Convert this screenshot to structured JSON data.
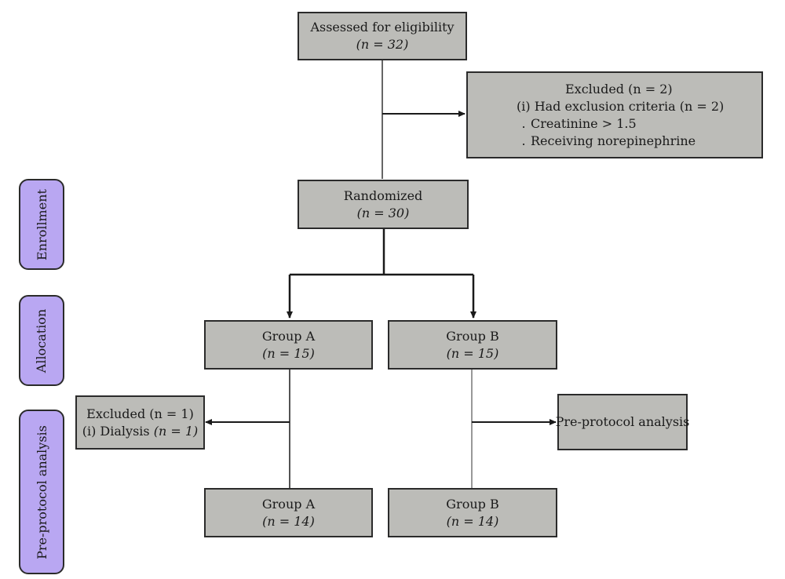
{
  "stages": {
    "enrollment": "Enrollment",
    "allocation": "Allocation",
    "analysis": "Pre-protocol analysis"
  },
  "assessed": {
    "label": "Assessed for eligibility",
    "n": "(n = 32)"
  },
  "excluded_top": {
    "title": "Excluded (n = 2)",
    "criteria": "(i) Had exclusion criteria (n = 2)",
    "bullets": [
      {
        "mark": ".",
        "text": "Creatinine > 1.5"
      },
      {
        "mark": ".",
        "text": "Receiving norepinephrine"
      }
    ]
  },
  "randomized": {
    "label": "Randomized",
    "n": "(n = 30)"
  },
  "group_a_alloc": {
    "label": "Group A",
    "n": "(n = 15)"
  },
  "group_b_alloc": {
    "label": "Group B",
    "n": "(n = 15)"
  },
  "excluded_a": {
    "title": "Excluded (n = 1)",
    "reason": "(i) Dialysis",
    "n": "(n = 1)"
  },
  "analysis_b": {
    "label": "Pre-protocol analysis"
  },
  "group_a_final": {
    "label": "Group A",
    "n": "(n = 14)"
  },
  "group_b_final": {
    "label": "Group B",
    "n": "(n = 14)"
  }
}
